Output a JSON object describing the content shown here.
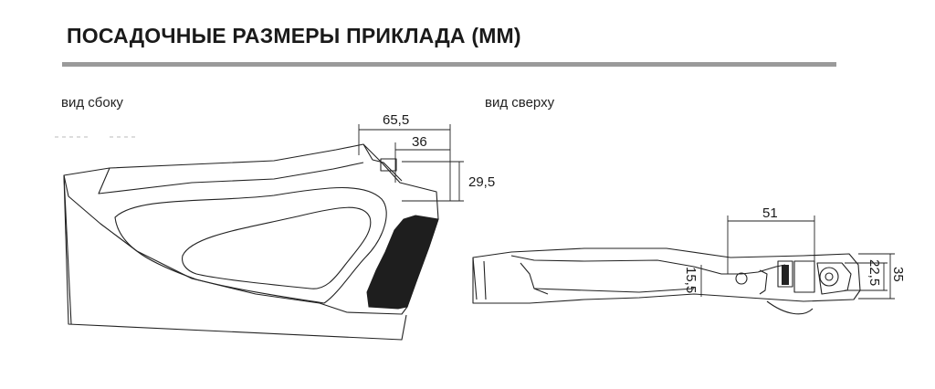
{
  "title": "ПОСАДОЧНЫЕ РАЗМЕРЫ ПРИКЛАДА (ММ)",
  "colors": {
    "rule": "#9a9a9a",
    "line": "#222222",
    "grip": "#1e1e1e"
  },
  "side_view": {
    "label": "вид сбоку",
    "dims": {
      "d1": "65,5",
      "d2": "36",
      "d3": "29,5"
    }
  },
  "top_view": {
    "label": "вид сверху",
    "dims": {
      "d1": "51",
      "d2": "15,5",
      "d3": "22,5",
      "d4": "35"
    }
  }
}
